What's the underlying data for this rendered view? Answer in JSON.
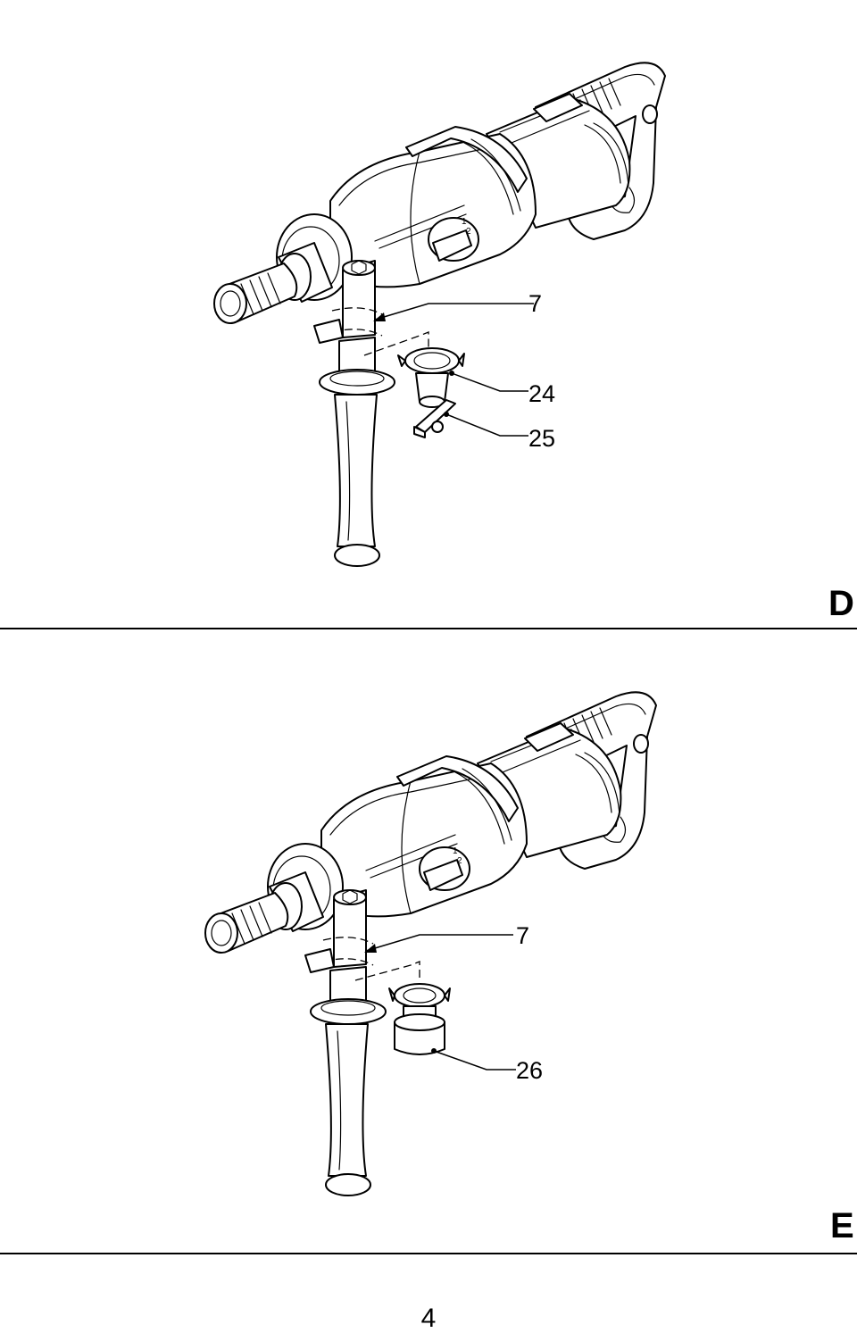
{
  "page_number": "4",
  "panels": [
    {
      "letter": "D",
      "callouts": [
        {
          "label": "7"
        },
        {
          "label": "24"
        },
        {
          "label": "25"
        }
      ]
    },
    {
      "letter": "E",
      "callouts": [
        {
          "label": "7"
        },
        {
          "label": "26"
        }
      ]
    }
  ],
  "dial_marks": [
    "1",
    "2"
  ]
}
